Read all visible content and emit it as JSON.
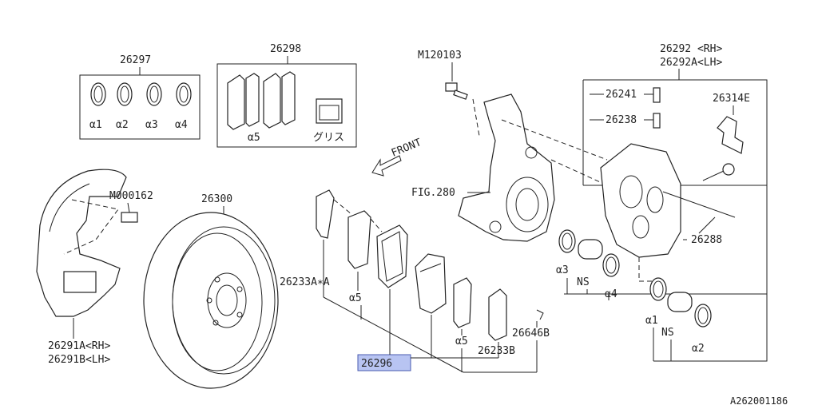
{
  "labels": {
    "p26297": "26297",
    "p26298": "26298",
    "m120103": "M120103",
    "p26292rh": "26292 <RH>",
    "p26292lh": "26292A<LH>",
    "p26241": "26241",
    "p26238": "26238",
    "p26314e": "26314E",
    "a1_top": "α1",
    "a2_top": "α2",
    "a3_top": "α3",
    "a4_top": "α4",
    "a5_box": "α5",
    "grease": "グリス",
    "front": "FRONT",
    "fig280": "FIG.280",
    "m000162": "M000162",
    "p26300": "26300",
    "p26233a": "26233A∗A",
    "a5_mid": "α5",
    "a3_right": "α3",
    "ns_right": "NS",
    "a4_right": "α4",
    "p26288": "26288",
    "p26291a": "26291A<RH>",
    "p26291b": "26291B<LH>",
    "p26296": "26296",
    "a5_low": "α5",
    "p26233b": "26233B",
    "p26646b": "26646B",
    "a1_low": "α1",
    "ns_low": "NS",
    "a2_low": "α2",
    "code": "A262001186"
  },
  "colors": {
    "highlight_fill": "#b8c4f2",
    "highlight_stroke": "#4a5bb0",
    "line": "#222222"
  }
}
